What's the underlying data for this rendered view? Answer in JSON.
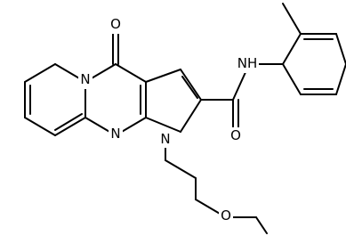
{
  "molecule": {
    "atoms": {
      "O_carbonyl_ring": "O",
      "N_pyridine": "N",
      "N_pyrimidine": "N",
      "N_pyrrole": "N",
      "NH_amide": "NH",
      "O_amide": "O",
      "O_methoxy": "O"
    },
    "colors": {
      "bond": "#000000",
      "label": "#000000",
      "background": "#ffffff"
    }
  }
}
